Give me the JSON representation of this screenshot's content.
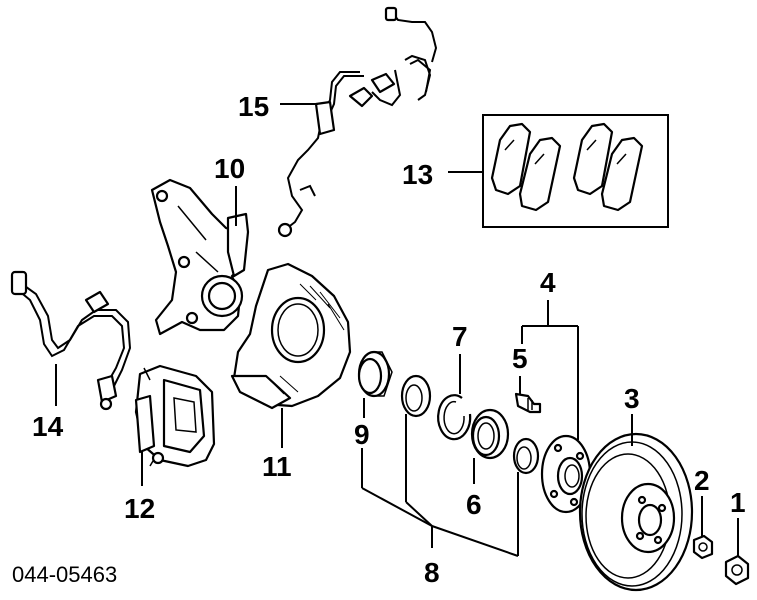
{
  "reference_code": "044-05463",
  "callouts": {
    "c1": "1",
    "c2": "2",
    "c3": "3",
    "c4": "4",
    "c5": "5",
    "c6": "6",
    "c7": "7",
    "c8": "8",
    "c9": "9",
    "c10": "10",
    "c11": "11",
    "c12": "12",
    "c13": "13",
    "c14": "14",
    "c15": "15"
  }
}
